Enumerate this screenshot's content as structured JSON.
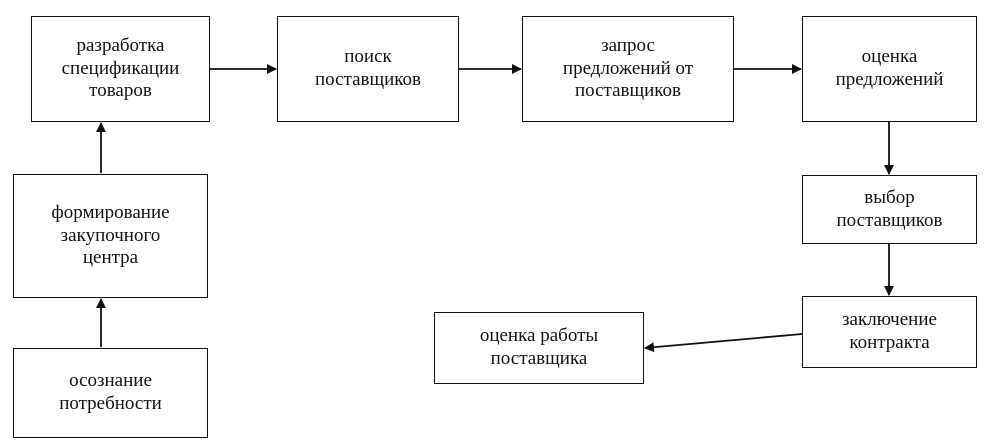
{
  "diagram": {
    "nodes": {
      "awareness": {
        "label": "осознание\nпотребности"
      },
      "procurement_center": {
        "label": "формирование\nзакупочного\nцентра"
      },
      "spec_development": {
        "label": "разработка\nспецификации\nтоваров"
      },
      "supplier_search": {
        "label": "поиск\nпоставщиков"
      },
      "request_offers": {
        "label": "запрос\nпредложений от\nпоставщиков"
      },
      "offer_evaluation": {
        "label": "оценка\nпредложений"
      },
      "supplier_selection": {
        "label": "выбор\nпоставщиков"
      },
      "contract": {
        "label": "заключение\nконтракта"
      },
      "supplier_evaluation": {
        "label": "оценка работы\nпоставщика"
      }
    },
    "edges": [
      {
        "from": "awareness",
        "to": "procurement_center"
      },
      {
        "from": "procurement_center",
        "to": "spec_development"
      },
      {
        "from": "spec_development",
        "to": "supplier_search"
      },
      {
        "from": "supplier_search",
        "to": "request_offers"
      },
      {
        "from": "request_offers",
        "to": "offer_evaluation"
      },
      {
        "from": "offer_evaluation",
        "to": "supplier_selection"
      },
      {
        "from": "supplier_selection",
        "to": "contract"
      },
      {
        "from": "contract",
        "to": "supplier_evaluation"
      }
    ],
    "colors": {
      "stroke": "#111111",
      "background": "#ffffff"
    }
  }
}
